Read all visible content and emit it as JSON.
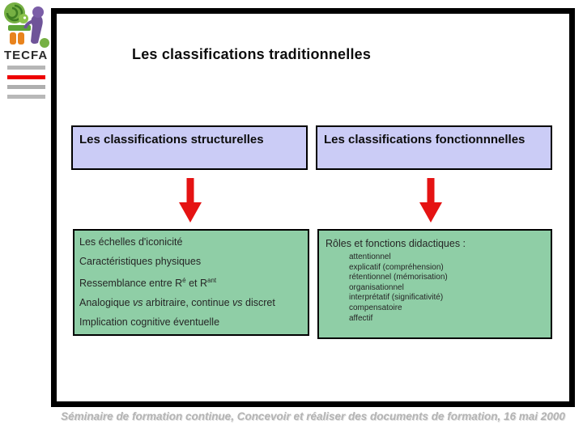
{
  "slide": {
    "title": "Les classifications traditionnelles",
    "header_boxes": [
      {
        "label": "Les classifications structurelles"
      },
      {
        "label": "Les classifications fonctionnnelles"
      }
    ],
    "left_box": {
      "lines": [
        [
          {
            "t": "Les échelles d'iconicité"
          }
        ],
        [
          {
            "t": "Caractéristiques physiques"
          }
        ],
        [
          {
            "t": "Ressemblance entre R"
          },
          {
            "t": "é",
            "sup": true
          },
          {
            "t": " et R"
          },
          {
            "t": "ant",
            "sup": true
          }
        ],
        [
          {
            "t": "Analogique "
          },
          {
            "t": "vs",
            "i": true
          },
          {
            "t": " arbitraire, continue "
          },
          {
            "t": "vs",
            "i": true
          },
          {
            "t": " discret"
          }
        ],
        [
          {
            "t": "Implication cognitive éventuelle"
          }
        ]
      ]
    },
    "right_box": {
      "title": "Rôles et fonctions didactiques :",
      "items": [
        "attentionnel",
        "explicatif (compréhension)",
        "rétentionnel (mémorisation)",
        "organisationnel",
        "interprétatif (significativité)",
        "compensatoire",
        "affectif"
      ]
    },
    "footer": "Séminaire de formation continue, Concevoir et réaliser des documents de formation, 16 mai 2000"
  },
  "logo": {
    "text": "TECFA",
    "bar_colors": [
      "#b6b6b6",
      "#ee0000",
      "#aeaeae",
      "#b8b8b8"
    ]
  },
  "colors": {
    "header_box_bg": "#cbccf6",
    "content_box_bg": "#8fcea6",
    "arrow_red": "#e51313",
    "frame_border": "#000000",
    "footer_gray": "#b4b4b4"
  }
}
